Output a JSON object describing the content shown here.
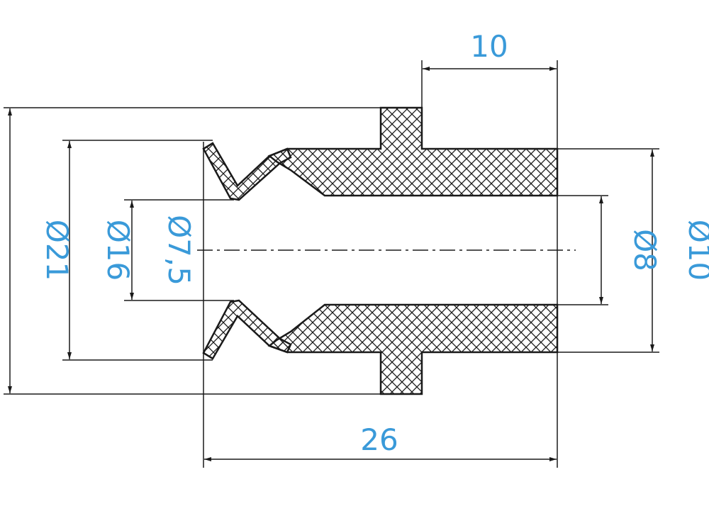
{
  "colors": {
    "line": "#1a1a1a",
    "dimension_text": "#3a9ad9",
    "hatch": "#1a1a1a",
    "background": "#ffffff"
  },
  "dimensions": {
    "top_length": "10",
    "bottom_length": "26",
    "outer_flange_diameter": "Ø21",
    "lip_diameter": "Ø16",
    "lip_bore_diameter": "Ø7,5",
    "bore_diameter": "Ø8",
    "body_diameter": "Ø10"
  }
}
